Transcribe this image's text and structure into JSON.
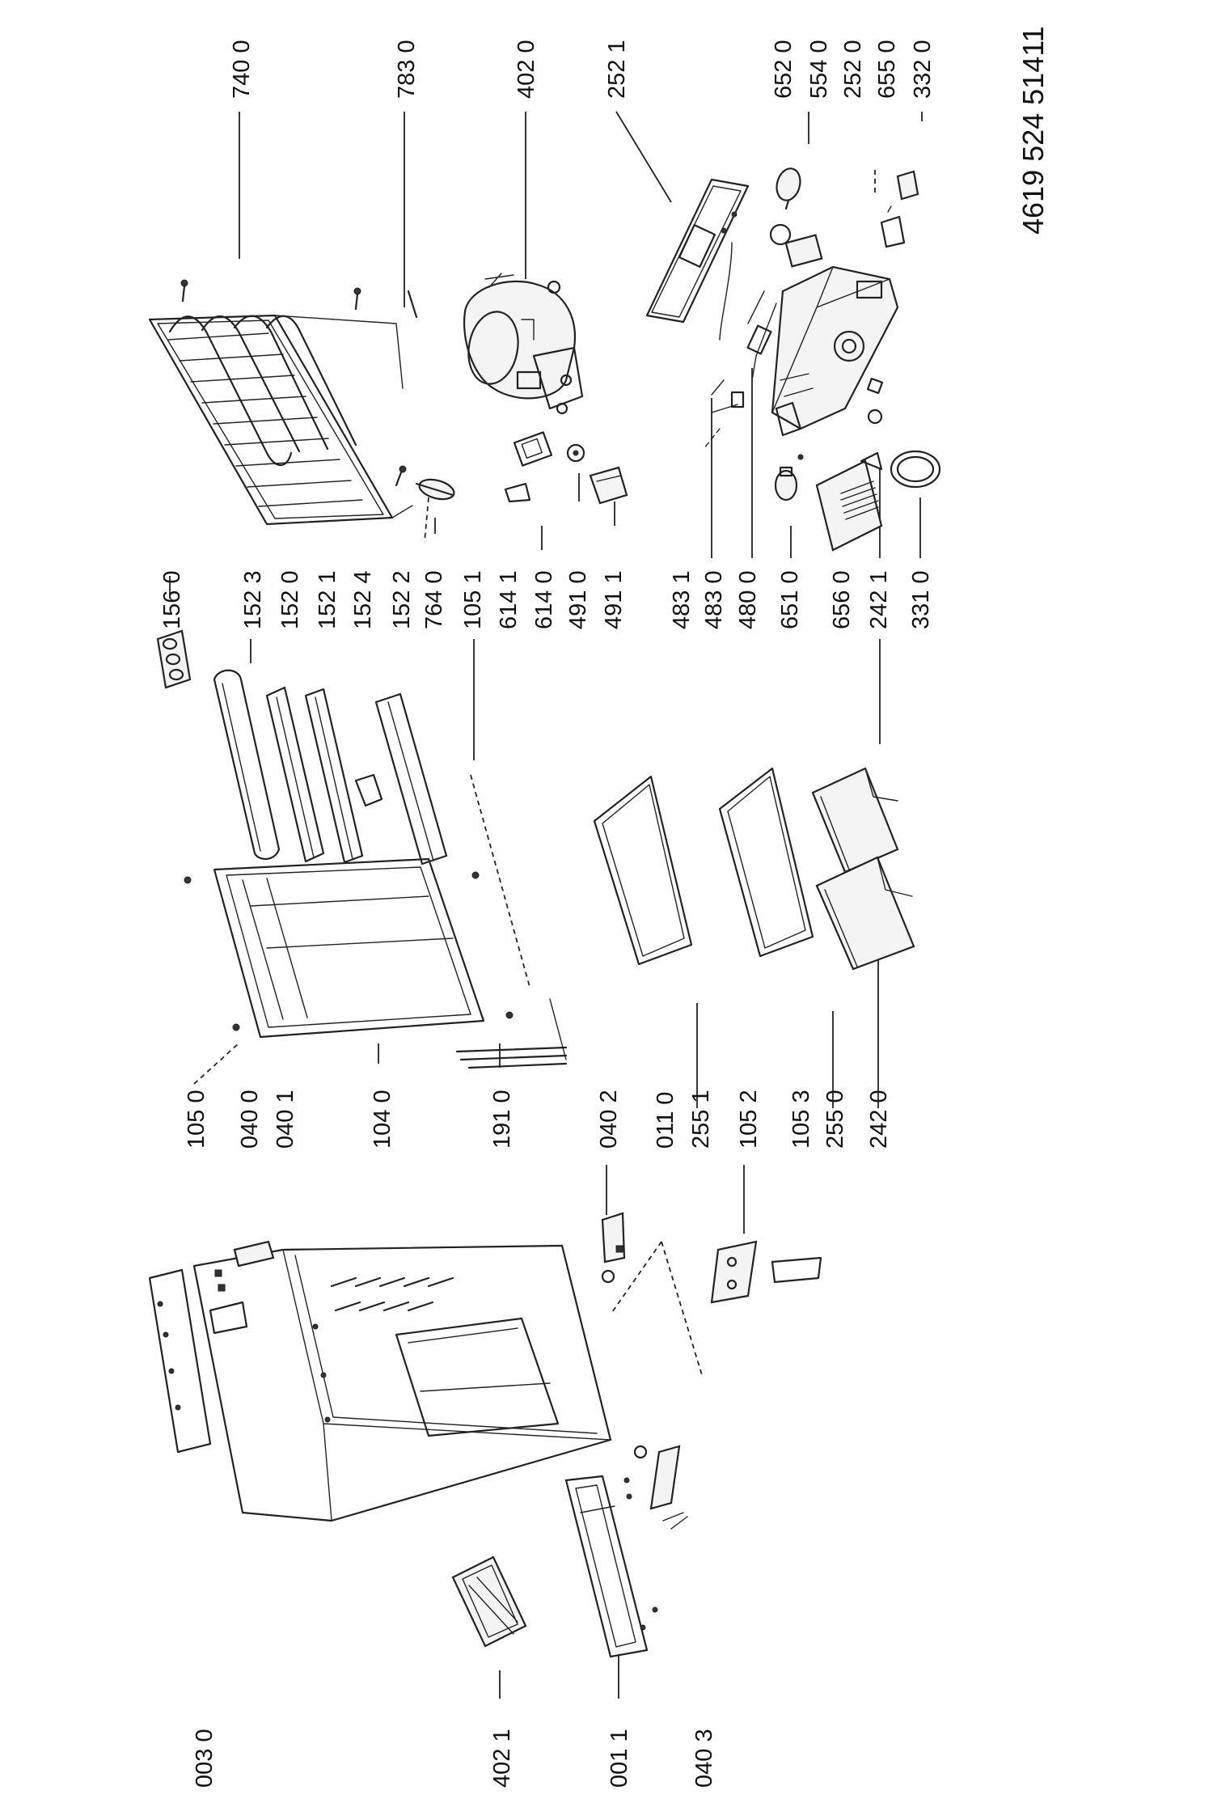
{
  "diagram": {
    "document_number": "4619 524 51411",
    "labels": {
      "l0030": "003 0",
      "l4021": "402 1",
      "l0011": "001 1",
      "l0403": "040 3",
      "l1050": "105 0",
      "l0400": "040 0",
      "l0401": "040 1",
      "l1040": "104 0",
      "l1910": "191 0",
      "l0402": "040 2",
      "l0110": "011 0",
      "l2551": "255 1",
      "l1052": "105 2",
      "l1053": "105 3",
      "l2550": "255 0",
      "l2420": "242 0",
      "l1560": "156 0",
      "l1523": "152 3",
      "l1520": "152 0",
      "l1521": "152 1",
      "l1524": "152 4",
      "l1522": "152 2",
      "l7640": "764 0",
      "l1051": "105 1",
      "l6141": "614 1",
      "l6140": "614 0",
      "l4910": "491 0",
      "l4911": "491 1",
      "l4831": "483 1",
      "l4830": "483 0",
      "l4800": "480 0",
      "l6510": "651 0",
      "l6560": "656 0",
      "l2421": "242 1",
      "l3310": "331 0",
      "l7400": "740 0",
      "l7830": "783 0",
      "l4020": "402 0",
      "l2521": "252 1",
      "l6520": "652 0",
      "l5540": "554 0",
      "l2520": "252 0",
      "l6550": "655 0",
      "l3320": "332 0"
    }
  }
}
